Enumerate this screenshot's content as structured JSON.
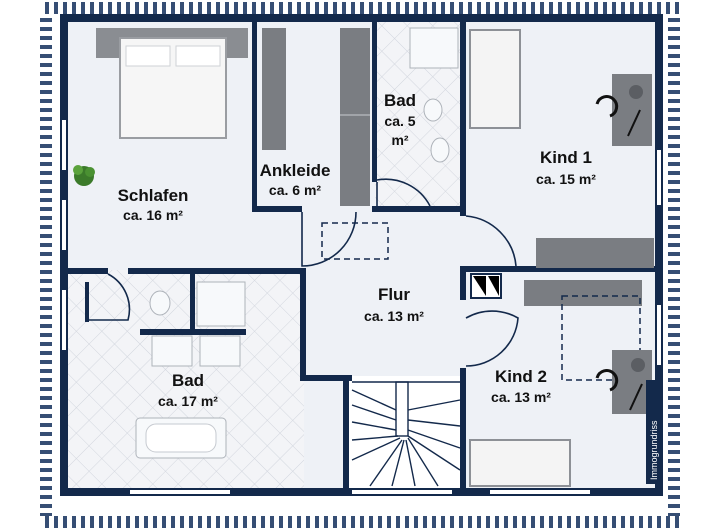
{
  "plan": {
    "rooms": [
      {
        "id": "schlafen",
        "name": "Schlafen",
        "area": "ca. 16 m²"
      },
      {
        "id": "ankleide",
        "name": "Ankleide",
        "area": "ca. 6 m²"
      },
      {
        "id": "bad-small",
        "name": "Bad",
        "area_line1": "ca. 5",
        "area_line2": "m²"
      },
      {
        "id": "kind1",
        "name": "Kind 1",
        "area": "ca. 15 m²"
      },
      {
        "id": "flur",
        "name": "Flur",
        "area": "ca. 13 m²"
      },
      {
        "id": "bad-large",
        "name": "Bad",
        "area": "ca. 17 m²"
      },
      {
        "id": "kind2",
        "name": "Kind 2",
        "area": "ca. 13 m²"
      }
    ],
    "side_text": "Immogrundriss",
    "colors": {
      "wall": "#13294b",
      "floor": "#eef1f6",
      "tile_line": "#d4d8e0",
      "furniture": "#7a7d82",
      "furniture_light": "#f4f4f4"
    }
  }
}
